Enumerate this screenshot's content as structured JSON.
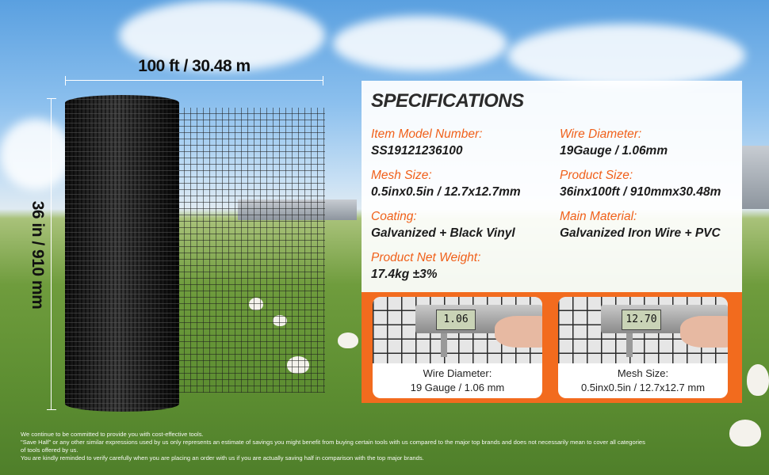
{
  "dimensions": {
    "length_label": "100 ft / 30.48 m",
    "height_label": "36 in / 910 mm"
  },
  "specs": {
    "title": "SPECIFICATIONS",
    "items": [
      {
        "label": "Item Model Number:",
        "value": "SS19121236100"
      },
      {
        "label": "Wire Diameter:",
        "value": "19Gauge / 1.06mm"
      },
      {
        "label": "Mesh Size:",
        "value": "0.5inx0.5in / 12.7x12.7mm"
      },
      {
        "label": "Product Size:",
        "value": "36inx100ft / 910mmx30.48m"
      },
      {
        "label": "Coating:",
        "value": "Galvanized + Black Vinyl"
      },
      {
        "label": "Main Material:",
        "value": "Galvanized Iron Wire + PVC"
      },
      {
        "label": "Product Net Weight:",
        "value": "17.4kg ±3%"
      }
    ]
  },
  "measurements": [
    {
      "readout": "1.06",
      "caption_line1": "Wire Diameter:",
      "caption_line2": "19 Gauge / 1.06 mm"
    },
    {
      "readout": "12.70",
      "caption_line1": "Mesh Size:",
      "caption_line2": "0.5inx0.5in / 12.7x12.7 mm"
    }
  ],
  "disclaimer": [
    "We continue to be committed to provide you with cost-effective tools.",
    "\"Save Half\" or any other similar expressions used by us only represents an estimate of savings you might benefit from buying certain tools with us compared to the major top brands and does not necessarily mean to cover all categories",
    "of tools offered by us.",
    "You are kindly reminded to verify carefully when you are placing an order with us if you are actually saving half in comparison with the top major brands."
  ],
  "colors": {
    "accent": "#f26b1e",
    "label": "#f0601a"
  }
}
